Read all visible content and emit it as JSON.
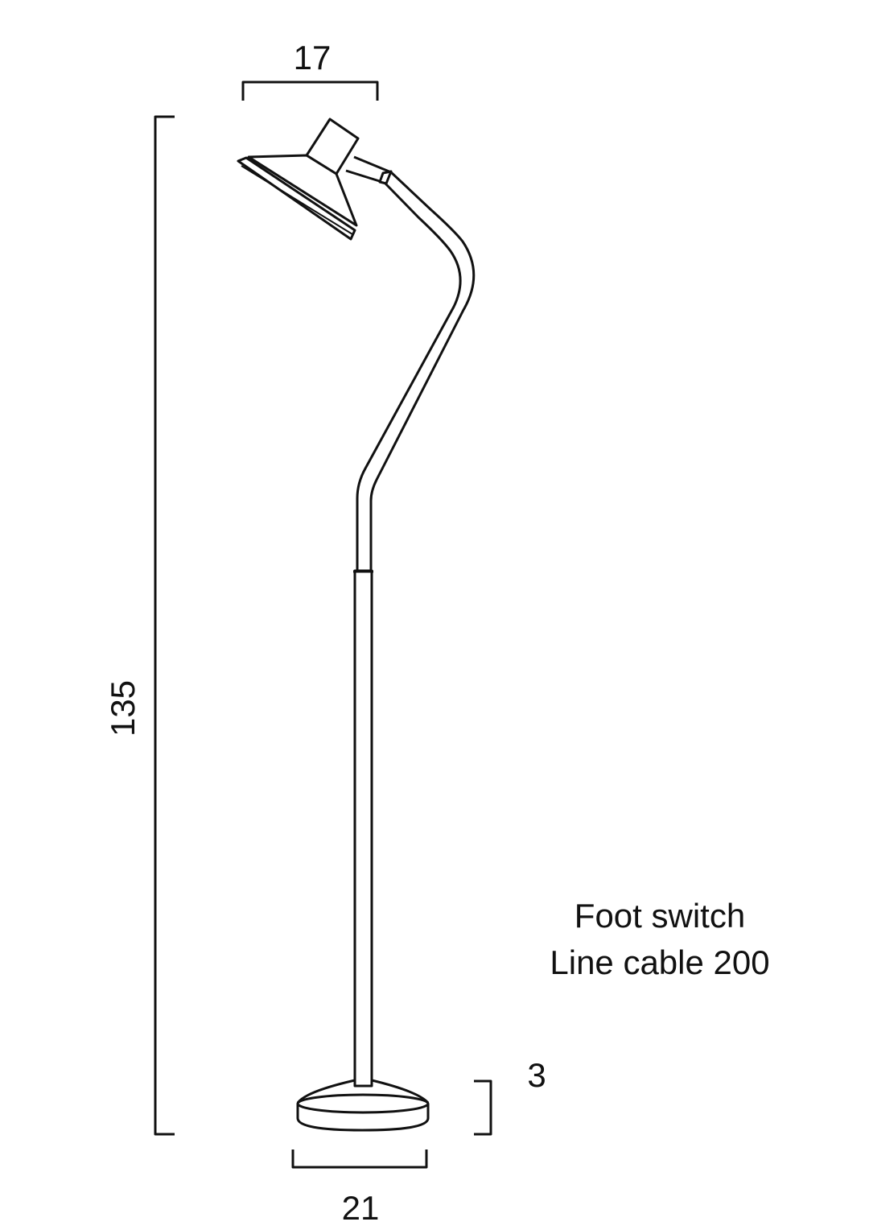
{
  "dimensions": {
    "shade_width": "17",
    "total_height": "135",
    "base_height": "3",
    "base_width": "21"
  },
  "notes": {
    "line1": "Foot switch",
    "line2": "Line cable 200"
  },
  "colors": {
    "line": "#111111",
    "background": "#ffffff"
  }
}
